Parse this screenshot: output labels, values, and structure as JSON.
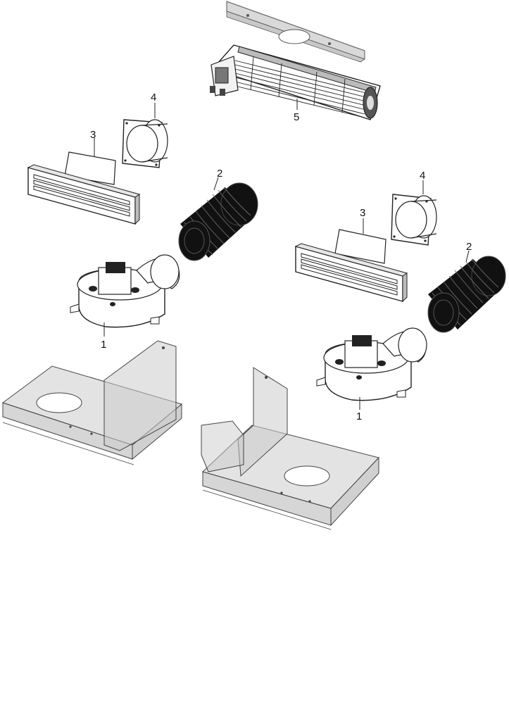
{
  "callouts": {
    "left_fan_label": "1",
    "left_hose_label": "2",
    "left_grille_label": "3",
    "left_collar_label": "4",
    "tangential_fan_label": "5",
    "right_fan_label": "1",
    "right_hose_label": "2",
    "right_grille_label": "3",
    "right_collar_label": "4"
  },
  "colors": {
    "line": "#222222",
    "dark": "#111111",
    "glass": "#cfcfcf",
    "plate": "#d9d9d9",
    "white": "#ffffff"
  }
}
